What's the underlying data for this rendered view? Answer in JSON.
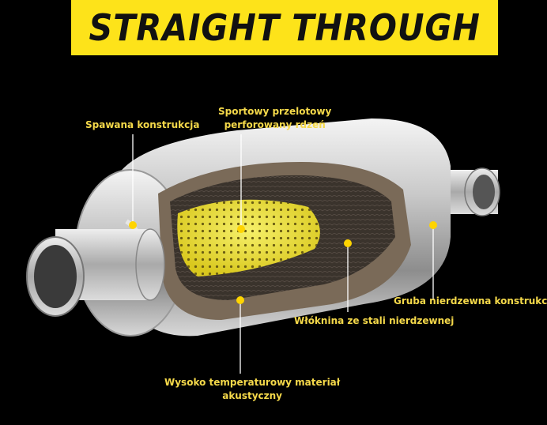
{
  "banner": {
    "title": "STRAIGHT THROUGH",
    "color": "#fde31a"
  },
  "callouts": {
    "welded": "Spawana konstrukcja",
    "core_line1": "Sportowy przelotowy",
    "core_line2": "perforowany rdzeń",
    "shell": "Gruba nierdzewna konstrukcja",
    "wool": "Włóknina ze stali nierdzewnej",
    "acoustic_line1": "Wysoko temperaturowy materiał",
    "acoustic_line2": "akustyczny"
  },
  "colors": {
    "label": "#f5d94a",
    "marker": "#ffd400",
    "background": "#000000"
  }
}
